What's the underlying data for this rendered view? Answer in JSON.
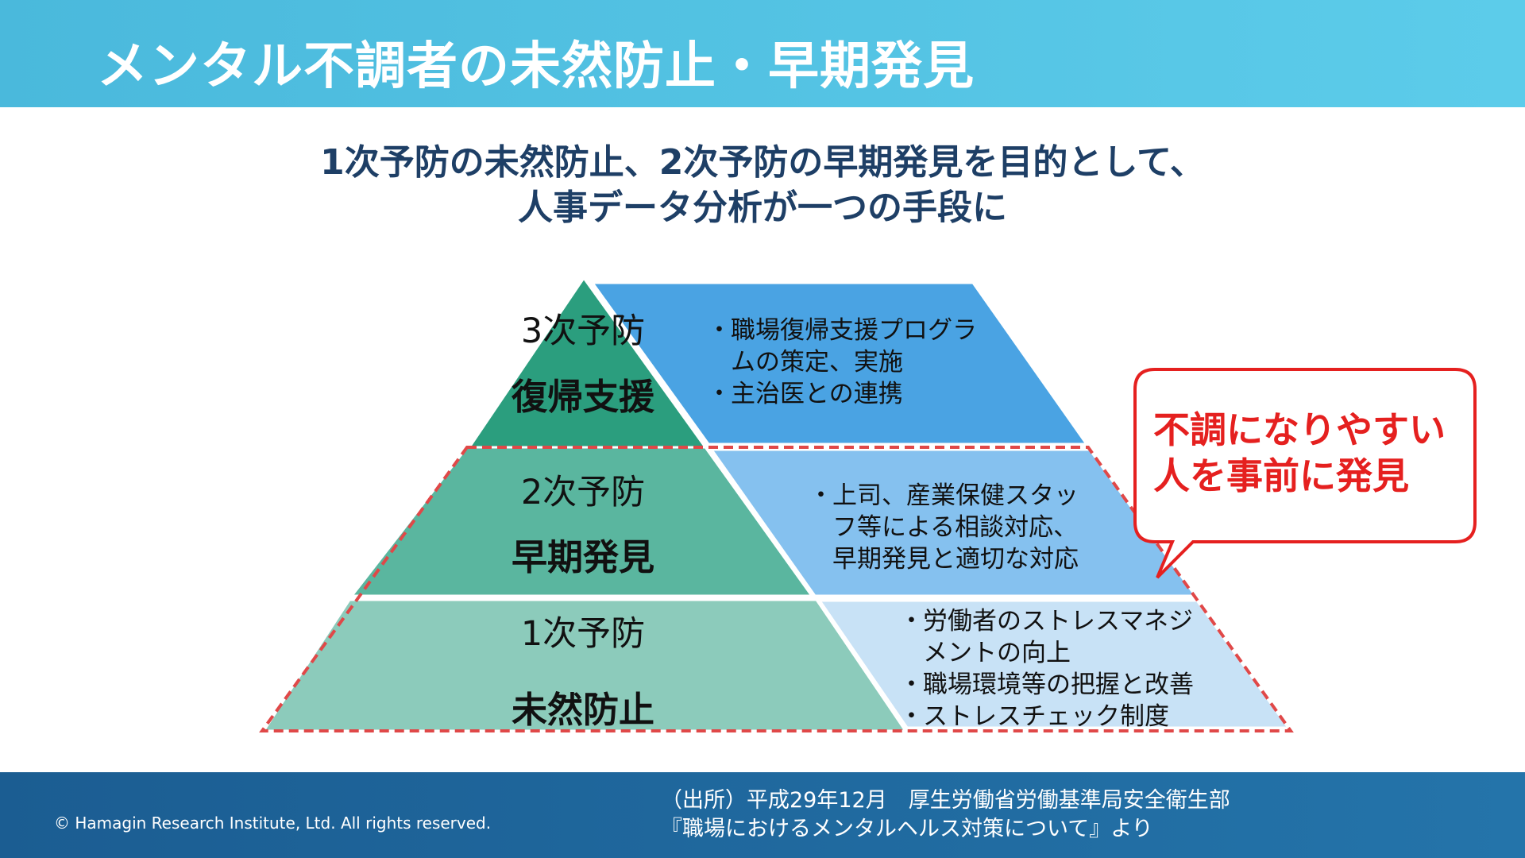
{
  "header": {
    "title": "メンタル不調者の未然防止・早期発見"
  },
  "subtitle": {
    "line1": "1次予防の未然防止、2次予防の早期発見を目的として、",
    "line2": "人事データ分析が一つの手段に"
  },
  "pyramid": {
    "levels": [
      {
        "name": "3次予防",
        "goal": "復帰支援",
        "bullets": [
          "職場復帰支援プログラムの策定、実施",
          "主治医との連携"
        ],
        "colors": {
          "left": "#2b9e7e",
          "right": "#4aa3e3"
        }
      },
      {
        "name": "2次予防",
        "goal": "早期発見",
        "bullets": [
          "上司、産業保健スタッフ等による相談対応、早期発見と適切な対応"
        ],
        "colors": {
          "left": "#5ab69f",
          "right": "#85c1ef"
        }
      },
      {
        "name": "1次予防",
        "goal": "未然防止",
        "bullets": [
          "労働者のストレスマネジメントの向上",
          "職場環境等の把握と改善",
          "ストレスチェック制度"
        ],
        "colors": {
          "left": "#8ccbbb",
          "right": "#c8e2f6"
        }
      }
    ],
    "highlight_color": "#e04848"
  },
  "callout": {
    "line1": "不調になりやすい",
    "line2": "人を事前に発見",
    "color": "#e5201f"
  },
  "footer": {
    "copyright": "© Hamagin Research Institute, Ltd.  All rights reserved.",
    "source_line1": "（出所）平成29年12月　厚生労働省労働基準局安全衛生部",
    "source_line2": "『職場におけるメンタルヘルス対策について』より"
  }
}
